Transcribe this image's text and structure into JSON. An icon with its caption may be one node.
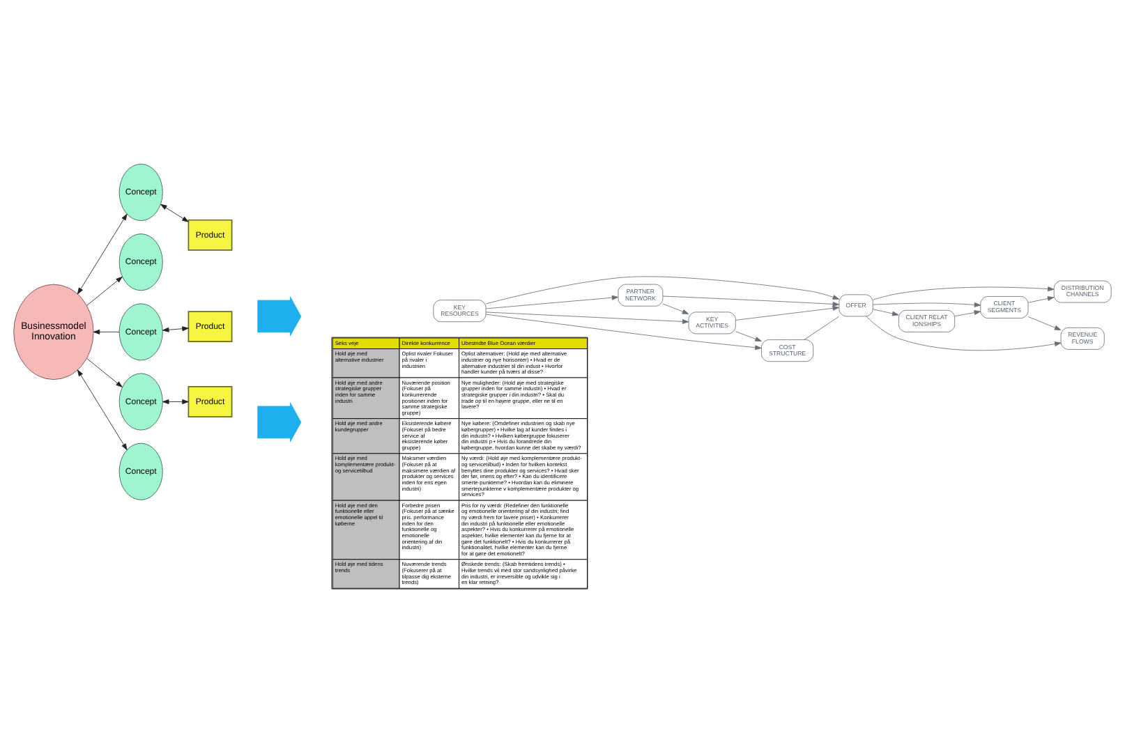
{
  "diagram": {
    "nodes": [
      {
        "text": [
          "Businessmodel Innovation"
        ]
      },
      {
        "text": [
          "Concept"
        ]
      },
      {
        "text": [
          "Product"
        ]
      },
      {
        "text": [
          "Product"
        ]
      },
      {
        "text": [
          "Concept"
        ]
      },
      {
        "text": [
          "Concept"
        ]
      },
      {
        "text": [
          "Concept"
        ]
      },
      {
        "text": [
          "Product"
        ]
      },
      {
        "text": [
          "Concept"
        ]
      },
      {
        "text": [
          "PARTNER NETWORK"
        ]
      },
      {
        "text": [
          "KEY RESOURCES"
        ]
      },
      {
        "text": [
          "KEY ACTIVITIES"
        ]
      },
      {
        "text": [
          "COST STRUCTURE"
        ]
      },
      {
        "text": [
          "OFFER"
        ]
      },
      {
        "text": [
          "CLIENT RELATIONSHIPS"
        ]
      },
      {
        "text": [
          "CLIENT SEGMENTS"
        ]
      },
      {
        "text": [
          "DISTRIBUTION CHANNELS"
        ]
      },
      {
        "text": [
          "REVENUE FLOWS"
        ]
      },
      {
        "text": [],
        "shape": "arrow"
      },
      {
        "text": [],
        "shape": "arrow"
      }
    ],
    "edges": [
      {
        "from": 0,
        "to": 1,
        "arrow": "both"
      },
      {
        "from": 1,
        "to": 2,
        "arrow": "both"
      },
      {
        "from": 5,
        "to": 3,
        "arrow": "both"
      },
      {
        "from": 5,
        "to": 0,
        "arrow": "to"
      },
      {
        "from": 0,
        "to": 4,
        "arrow": "to"
      },
      {
        "from": 0,
        "to": 6,
        "arrow": "to"
      },
      {
        "from": 6,
        "to": 7,
        "arrow": "both"
      },
      {
        "from": 0,
        "to": 8,
        "arrow": "both"
      },
      {
        "from": 10,
        "to": 9,
        "arrow": "to"
      },
      {
        "from": 10,
        "to": 11,
        "arrow": "to"
      },
      {
        "from": 10,
        "to": 13,
        "arrow": "to"
      },
      {
        "from": 10,
        "to": 12,
        "arrow": "to"
      },
      {
        "from": 9,
        "to": 11,
        "arrow": "to"
      },
      {
        "from": 9,
        "to": 13,
        "arrow": "to"
      },
      {
        "from": 11,
        "to": 12,
        "arrow": "to"
      },
      {
        "from": 11,
        "to": 13,
        "arrow": "to"
      },
      {
        "from": 12,
        "to": 13,
        "arrow": "none"
      },
      {
        "from": 13,
        "to": 14,
        "arrow": "to"
      },
      {
        "from": 13,
        "to": 15,
        "arrow": "to"
      },
      {
        "from": 13,
        "to": 16,
        "arrow": "to"
      },
      {
        "from": 14,
        "to": 15,
        "arrow": "to"
      },
      {
        "from": 15,
        "to": 16,
        "arrow": "to"
      },
      {
        "from": 13,
        "to": 17,
        "arrow": "to"
      },
      {
        "from": 15,
        "to": 17,
        "arrow": "to"
      }
    ],
    "labels": [
      "Seks veje",
      "Direkte konkurrence",
      "Ubestridte Blue Ocean værdier",
      "Hold øje med alternative industrier",
      "Oplist rivaler Fokuser på rivaler i industrien",
      "Oplist alternativer: (Hold øje med alternative industrier og nye horisonter) • Hvad er de alternative industrier til din indust • Hvorfor handler kunder på tværs af disse?",
      "Hold øje med andre strategiske grupper inden for samme industri",
      "Nuværende position (Fokuser på konkurrerende positioner inden for samme strategiske gruppe)",
      "Nye muligheder: (Hold øje med strategiske grupper inden for samme industri) • Hvad er strategiske grupper i din industri? • Skal du trade op til en højere gruppe, eller ne til en lavere?",
      "Hold øje med andre kundegrupper",
      "Eksisterende købere (Fokuser på bedre service af eksisterende køber gruppe)",
      "Nye købere: (Omdefiner industrien og skab nye købergrupper) • Hvilke lag af kunder findes i din industri? • Hvilken købergruppe fokuserer din industri p • Hvis du forandrede din købergruppe, hvordan kunne det skabe ny værdi?",
      "Hold øje med komplementære produkt- og servicetilbud",
      "Maksimer værdien (Fokuser på at maksimere værdien af produkter og services inden for ens egen industri)",
      "Ny værdi: (Hold øje med komplementære produkt- og servicetilbud) • Inden for hvilken kontekst benyttes dine produkter og services? • Hvad sker der før, imens og efter? • Kan du identificere smerte-punkterne? • Hvordan kan du eliminere smertepunkterne v komplementære produkter og services?",
      "Hold øje med den funktionelle eller emotionelle appel til køberne",
      "Forbedre prisen (Fokuser på at sænke pris. performance inden for den funktionelle og emotionelle orientering af din industri)",
      "Pris for ny værdi: (Redefiner den funktionelle og emotionelle orientering af din industri; find ny værdi frem for lavere priser) • Konkurrerer din industri på funktionelle eller emotionelle aspekter? • Hvis du konkurrerer på emotionelle aspekter, hvilke elementer kan du fjerne for at gøre det funktionelt? • Hvis du konkurrerer på funktionalitet, hvilke elementer kan du fjerne for at gøre det emotionelt?",
      "Hold øje med tidens trends",
      "Nuværende trends (Fokuserer på at tilpasse dig eksterne trends)",
      "Ønskede trends: (Skab fremtidens trends) • Hvilke trends vil med stor sandsynlighed påvirke din industri, er irreversible og udvikle sig i en klar retning?"
    ]
  }
}
